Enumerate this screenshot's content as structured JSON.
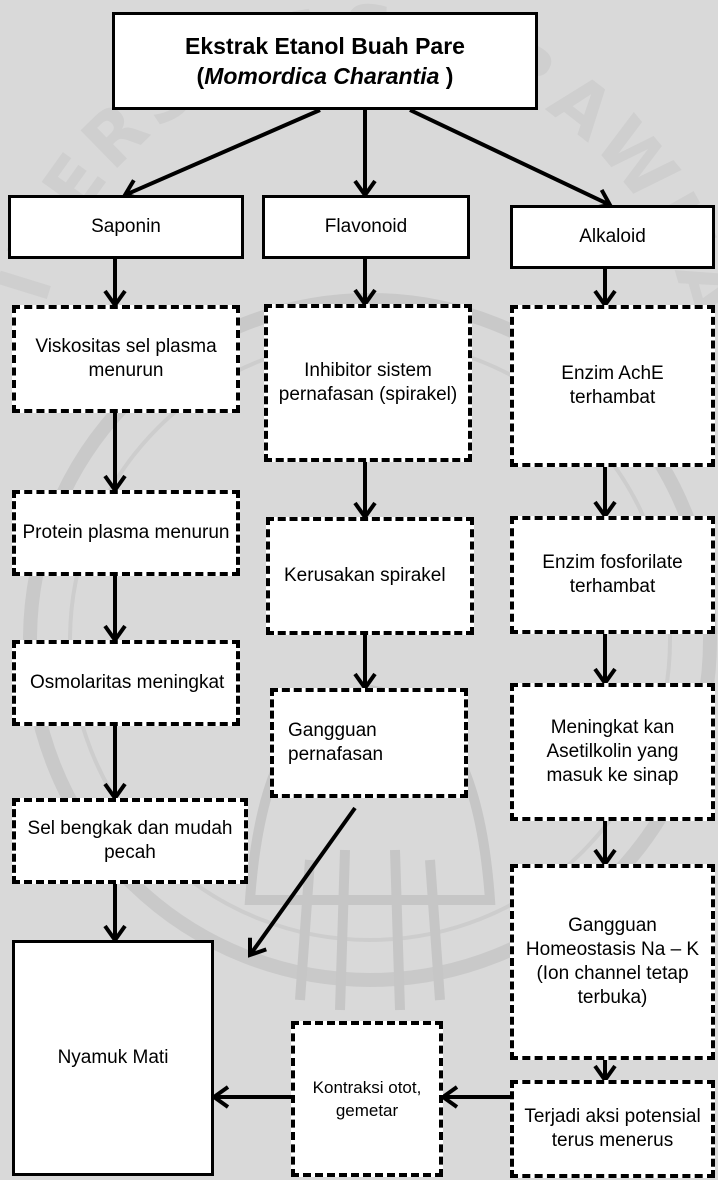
{
  "title": {
    "line1": "Ekstrak Etanol Buah Pare",
    "line2_open": "(",
    "line2_italic": "Momordica Charantia ",
    "line2_close": ")"
  },
  "watermark": {
    "text": "UNIVERSITAS BRAWIJAYA"
  },
  "columns": {
    "saponin": {
      "label": "Saponin",
      "steps": [
        "Viskositas sel plasma menurun",
        "Protein plasma menurun",
        "Osmolaritas meningkat",
        "Sel bengkak dan mudah pecah"
      ]
    },
    "flavonoid": {
      "label": "Flavonoid",
      "steps": [
        "Inhibitor sistem pernafasan (spirakel)",
        "Kerusakan spirakel",
        "Gangguan pernafasan"
      ]
    },
    "alkaloid": {
      "label": "Alkaloid",
      "steps": [
        "Enzim AchE terhambat",
        "Enzim fosforilate terhambat",
        "Meningkat kan Asetilkolin yang masuk ke sinap",
        "Gangguan Homeostasis Na – K (Ion channel tetap terbuka)",
        "Terjadi aksi potensial terus menerus"
      ]
    }
  },
  "kontraksi": "Kontraksi otot, gemetar",
  "outcome": "Nyamuk Mati"
}
